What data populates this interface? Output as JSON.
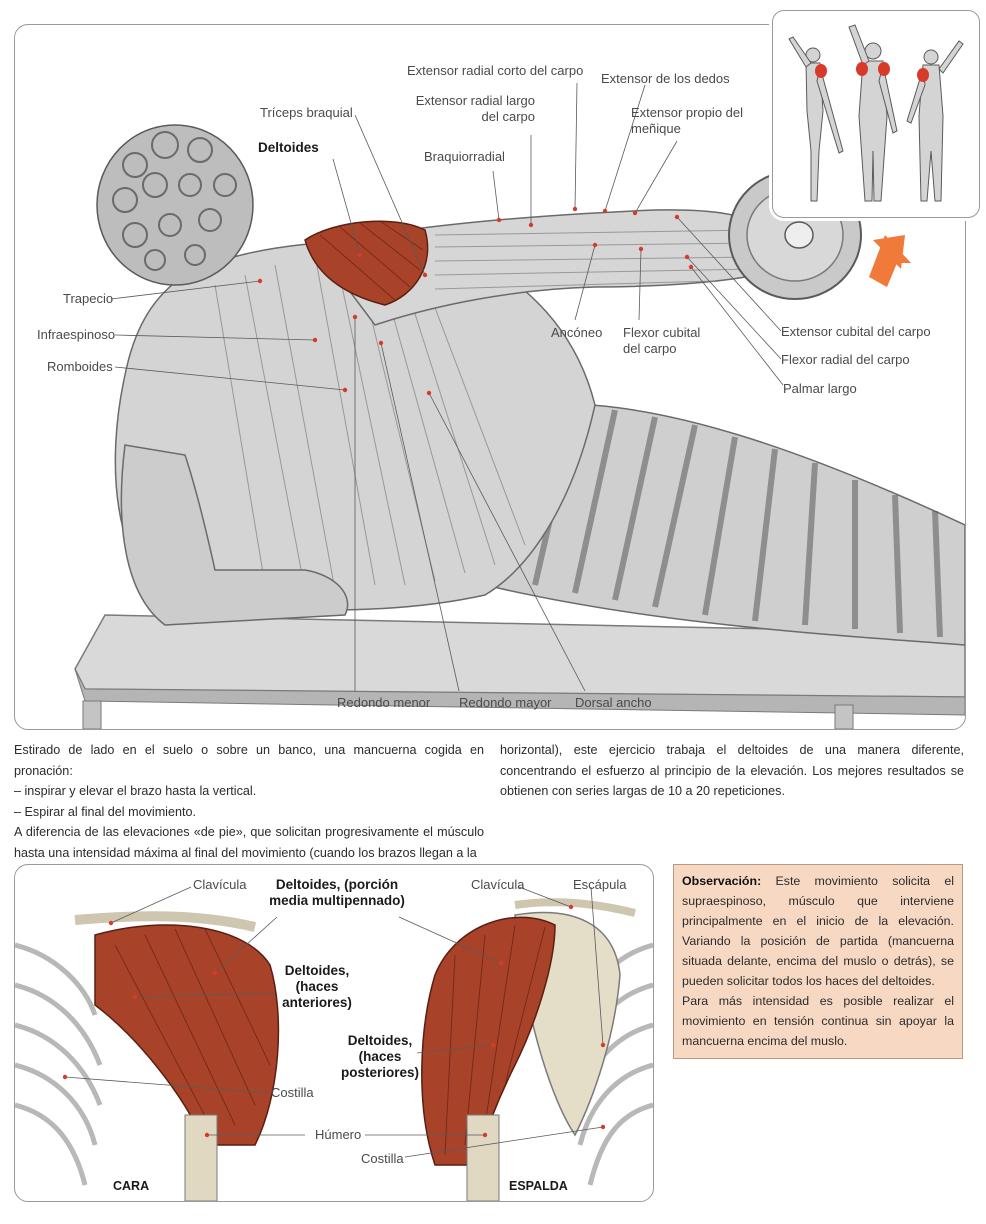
{
  "main_figure": {
    "labels": {
      "triceps": "Tríceps braquial",
      "deltoides": "Deltoides",
      "braquiorradial": "Braquiorradial",
      "ext_radial_corto": "Extensor radial corto del carpo",
      "ext_radial_largo": "Extensor radial largo\ndel carpo",
      "ext_dedos": "Extensor de los dedos",
      "ext_propio": "Extensor propio del\nmeñique",
      "trapecio": "Trapecio",
      "infraespinoso": "Infraespinoso",
      "romboides": "Romboides",
      "anconeo": "Ancóneo",
      "flexor_cubital": "Flexor cubital\ndel carpo",
      "ext_cubital": "Extensor cubital del carpo",
      "flexor_radial": "Flexor radial del carpo",
      "palmar_largo": "Palmar largo",
      "redondo_menor": "Redondo menor",
      "redondo_mayor": "Redondo mayor",
      "dorsal_ancho": "Dorsal ancho"
    }
  },
  "description": {
    "col1": [
      "Estirado de lado en el suelo o sobre un banco, una mancuerna cogida en pronación:",
      "– inspirar y elevar el brazo hasta la vertical.",
      "– Espirar al final del movimiento.",
      "A diferencia de las elevaciones «de pie», que solicitan progresivamente el músculo hasta una intensidad máxima al final del movimiento (cuando los brazos llegan a la"
    ],
    "col2": "horizontal), este ejercicio trabaja el deltoides de una manera diferente, concentrando el esfuerzo al principio de la elevación. Los mejores resultados se obtienen con series largas de 10 a 20 repeticiones."
  },
  "bottom_figure": {
    "labels": {
      "clavicula_left": "Clavícula",
      "deltoides_media": "Deltoides, (porción\nmedia multipennado)",
      "clavicula_right": "Clavícula",
      "escapula": "Escápula",
      "deltoides_anteriores": "Deltoides,\n(haces\nanteriores)",
      "deltoides_posteriores": "Deltoides,\n(haces\nposteriores)",
      "costilla_left": "Costilla",
      "humero": "Húmero",
      "costilla_right": "Costilla"
    },
    "view_front": "CARA",
    "view_back": "ESPALDA"
  },
  "observation": {
    "title": "Observación:",
    "paragraph1": " Este movimiento solicita el supraespinoso, músculo que interviene principalmente en el inicio de la elevación. Variando la posición de partida (mancuerna situada delante, encima del muslo o detrás), se pueden solicitar todos los haces del deltoides.",
    "paragraph2": "Para más intensidad es posible realizar el movimiento en tensión continua sin apoyar la mancuerna encima del muslo."
  },
  "colors": {
    "muscle_red": "#a8432a",
    "highlight_red": "#d83a2a",
    "arrow_orange": "#f07a3a",
    "obs_bg": "#f7d9c3"
  }
}
